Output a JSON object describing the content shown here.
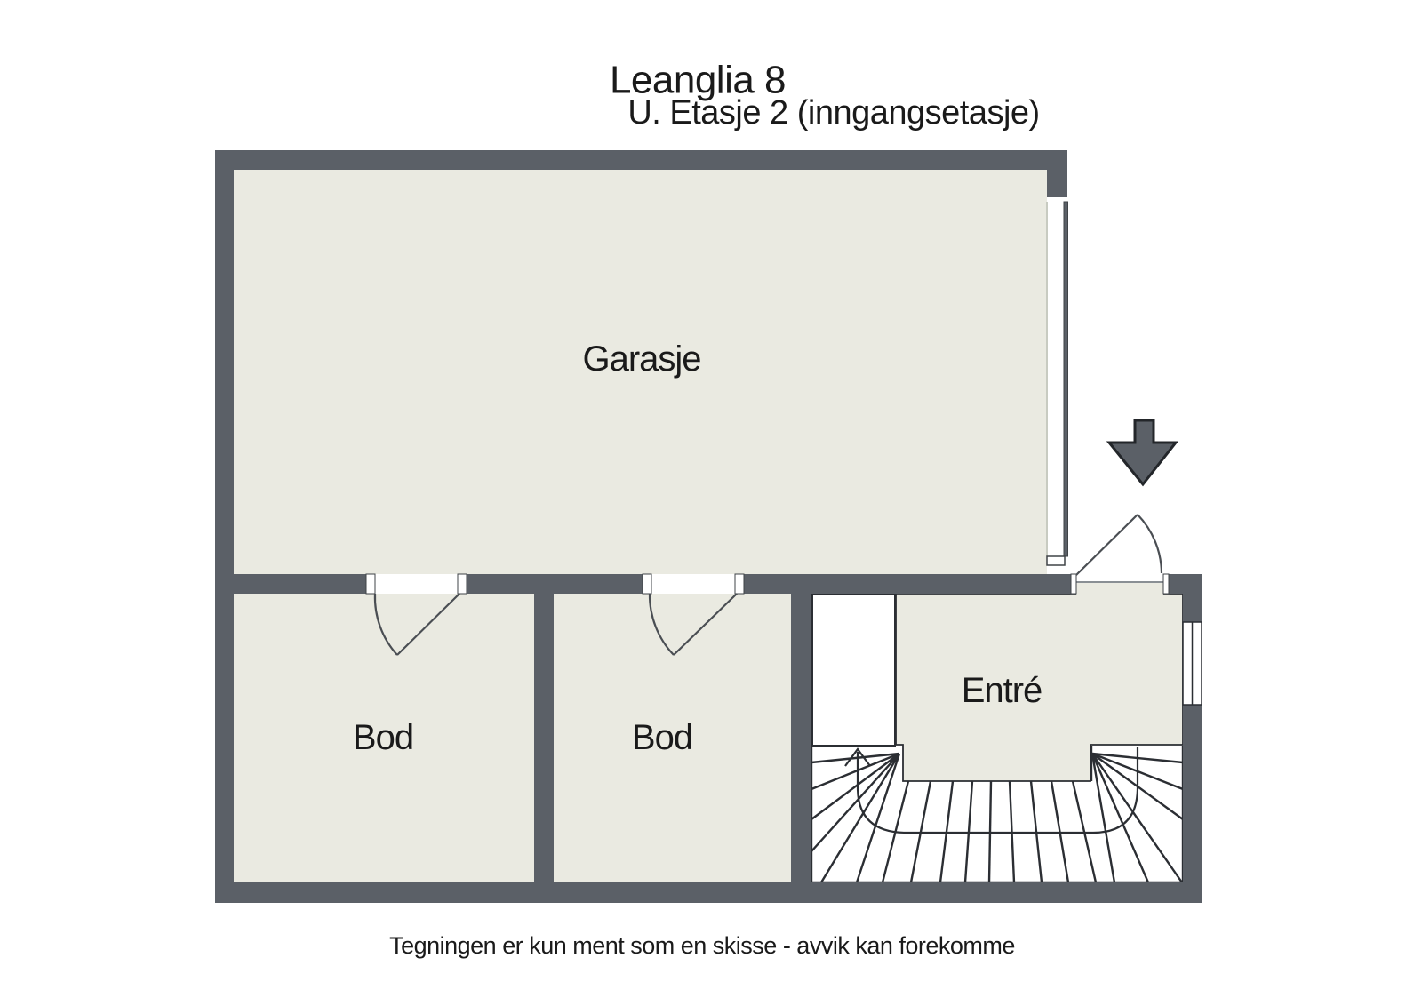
{
  "header": {
    "title": "Leanglia 8",
    "subtitle": "U. Etasje 2 (inngangsetasje)"
  },
  "rooms": {
    "garage": {
      "label": "Garasje"
    },
    "storage1": {
      "label": "Bod"
    },
    "storage2": {
      "label": "Bod"
    },
    "entrance": {
      "label": "Entré"
    }
  },
  "footer": {
    "disclaimer": "Tegningen er kun ment som en skisse - avvik kan forekomme"
  },
  "icons": {
    "entrance_arrow": "down-arrow",
    "stair_walk_line": "up-arrow"
  },
  "colors": {
    "wall": "#5b6067",
    "floor": "#eaeae1",
    "stair_line": "#2b2e33",
    "door_line": "#4a4e53",
    "arrow": "#5b6067",
    "text": "#1a1a1a",
    "background": "#ffffff"
  }
}
